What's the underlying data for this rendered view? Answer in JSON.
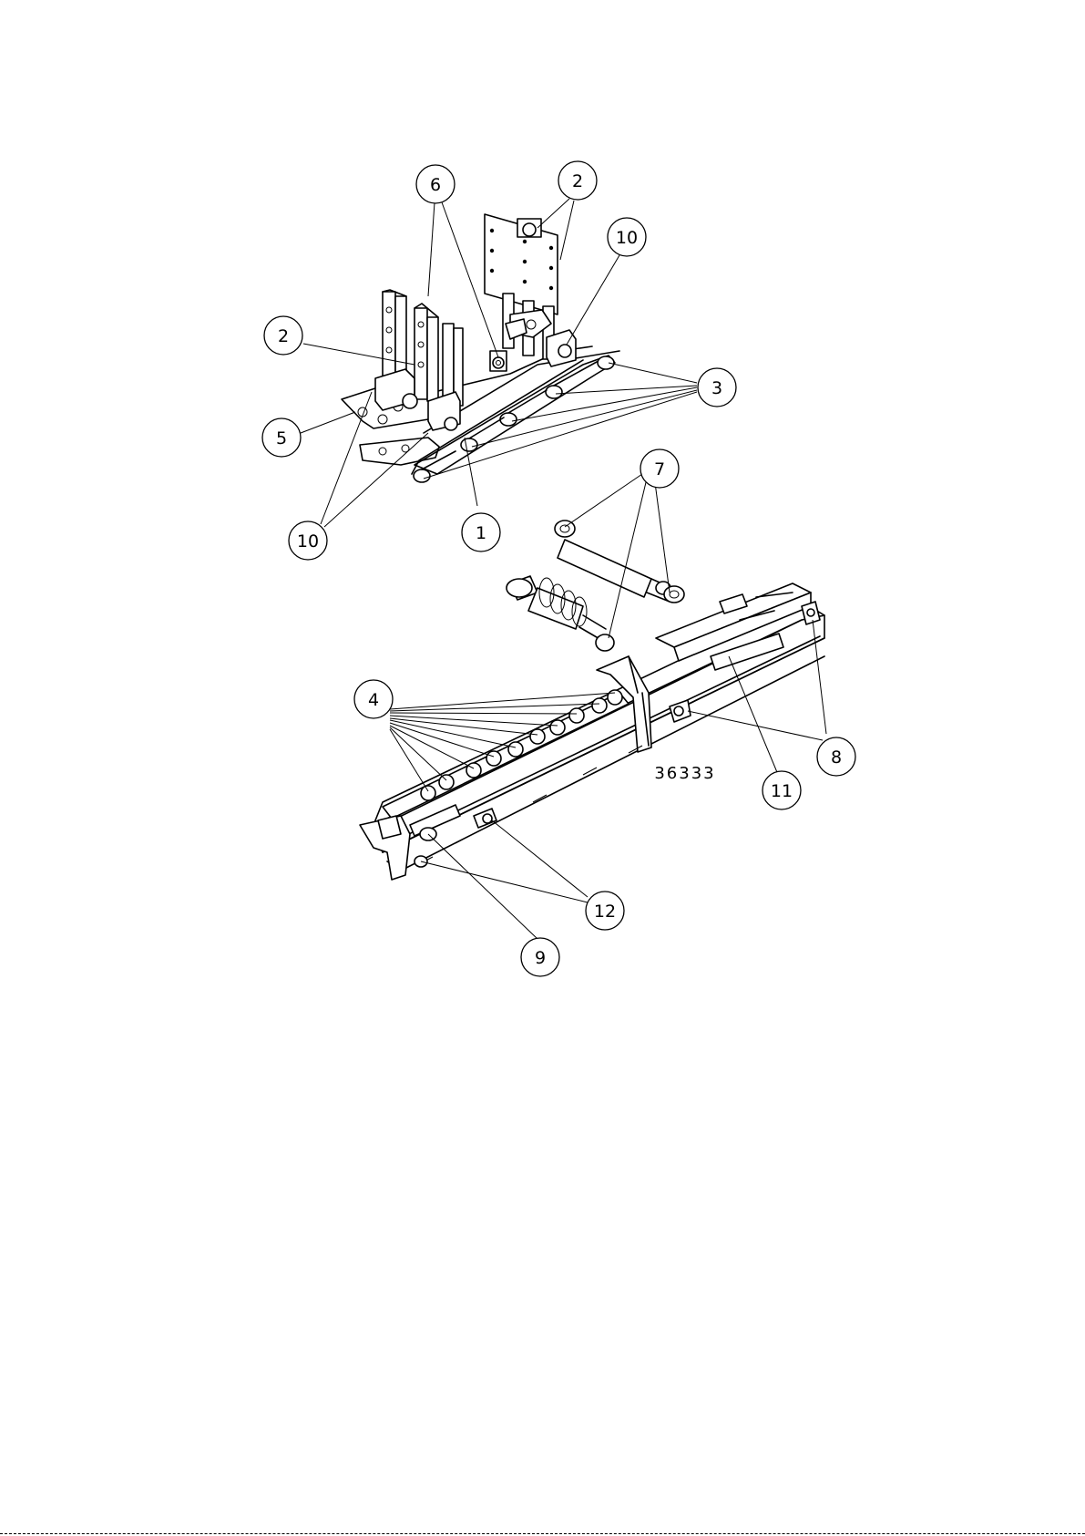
{
  "drawing": {
    "reference_number": "36333"
  },
  "callouts": [
    {
      "id": "c6",
      "label": "6"
    },
    {
      "id": "c2top",
      "label": "2"
    },
    {
      "id": "c10top",
      "label": "10"
    },
    {
      "id": "c2left",
      "label": "2"
    },
    {
      "id": "c3",
      "label": "3"
    },
    {
      "id": "c5",
      "label": "5"
    },
    {
      "id": "c10bot",
      "label": "10"
    },
    {
      "id": "c1",
      "label": "1"
    },
    {
      "id": "c7",
      "label": "7"
    },
    {
      "id": "c4",
      "label": "4"
    },
    {
      "id": "c8",
      "label": "8"
    },
    {
      "id": "c11",
      "label": "11"
    },
    {
      "id": "c12",
      "label": "12"
    },
    {
      "id": "c9",
      "label": "9"
    }
  ]
}
